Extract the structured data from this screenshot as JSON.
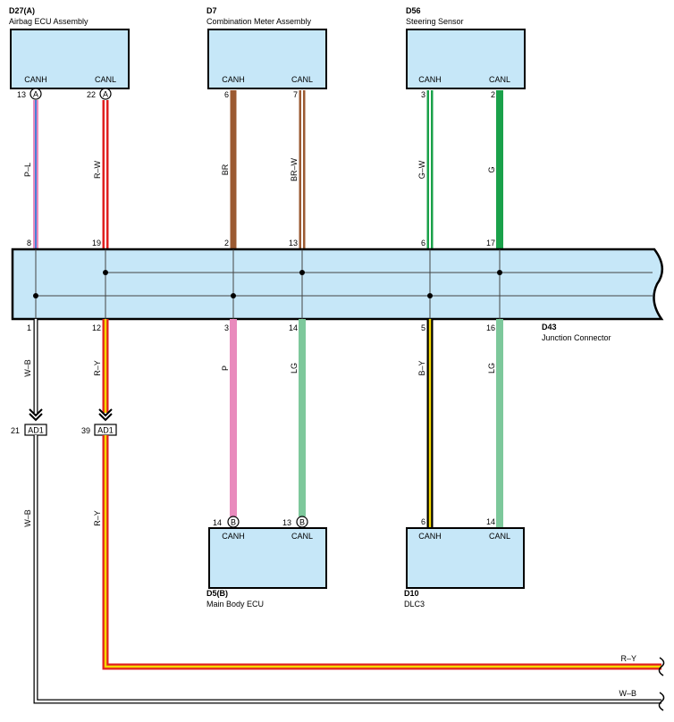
{
  "components": {
    "airbag": {
      "code": "D27(A)",
      "name": "Airbag ECU Assembly",
      "pin_h_label": "CANH",
      "pin_l_label": "CANL",
      "pin_h": "13",
      "pin_l": "22",
      "conn_tag": "A"
    },
    "meter": {
      "code": "D7",
      "name": "Combination Meter Assembly",
      "pin_h_label": "CANH",
      "pin_l_label": "CANL",
      "pin_h": "6",
      "pin_l": "7"
    },
    "steering": {
      "code": "D56",
      "name": "Steering Sensor",
      "pin_h_label": "CANH",
      "pin_l_label": "CANL",
      "pin_h": "3",
      "pin_l": "2"
    },
    "body_ecu": {
      "code": "D5(B)",
      "name": "Main Body ECU",
      "pin_h_label": "CANH",
      "pin_l_label": "CANL",
      "pin_h": "14",
      "pin_l": "13",
      "conn_tag": "B"
    },
    "dlc3": {
      "code": "D10",
      "name": "DLC3",
      "pin_h_label": "CANH",
      "pin_l_label": "CANL",
      "pin_h": "6",
      "pin_l": "14"
    }
  },
  "junction": {
    "code": "D43",
    "name": "Junction Connector",
    "top_pins": [
      "8",
      "19",
      "2",
      "13",
      "6",
      "17"
    ],
    "bottom_pins": [
      "1",
      "12",
      "3",
      "14",
      "5",
      "16"
    ]
  },
  "wires": {
    "airbag_h": "P–L",
    "airbag_l": "R–W",
    "meter_h": "BR",
    "meter_l": "BR–W",
    "steer_h": "G–W",
    "steer_l": "G",
    "j_wb": "W–B",
    "j_ry": "R–Y",
    "j_p": "P",
    "j_lg1": "LG",
    "j_by": "B–Y",
    "j_lg2": "LG",
    "low_wb": "W–B",
    "low_ry": "R–Y",
    "out_ry": "R–Y",
    "out_wb": "W–B"
  },
  "ad_connectors": [
    {
      "pin": "21",
      "label": "AD1"
    },
    {
      "pin": "39",
      "label": "AD1"
    }
  ],
  "colors": {
    "box_fill": "#c6e7f8",
    "pink": "#e98bbd",
    "blue": "#4a7fd6",
    "red": "#e02020",
    "brown": "#9b5a32",
    "green_dark": "#1aa14a",
    "green_light": "#7dc89b",
    "yellow": "#f5d800",
    "black": "#000000"
  }
}
